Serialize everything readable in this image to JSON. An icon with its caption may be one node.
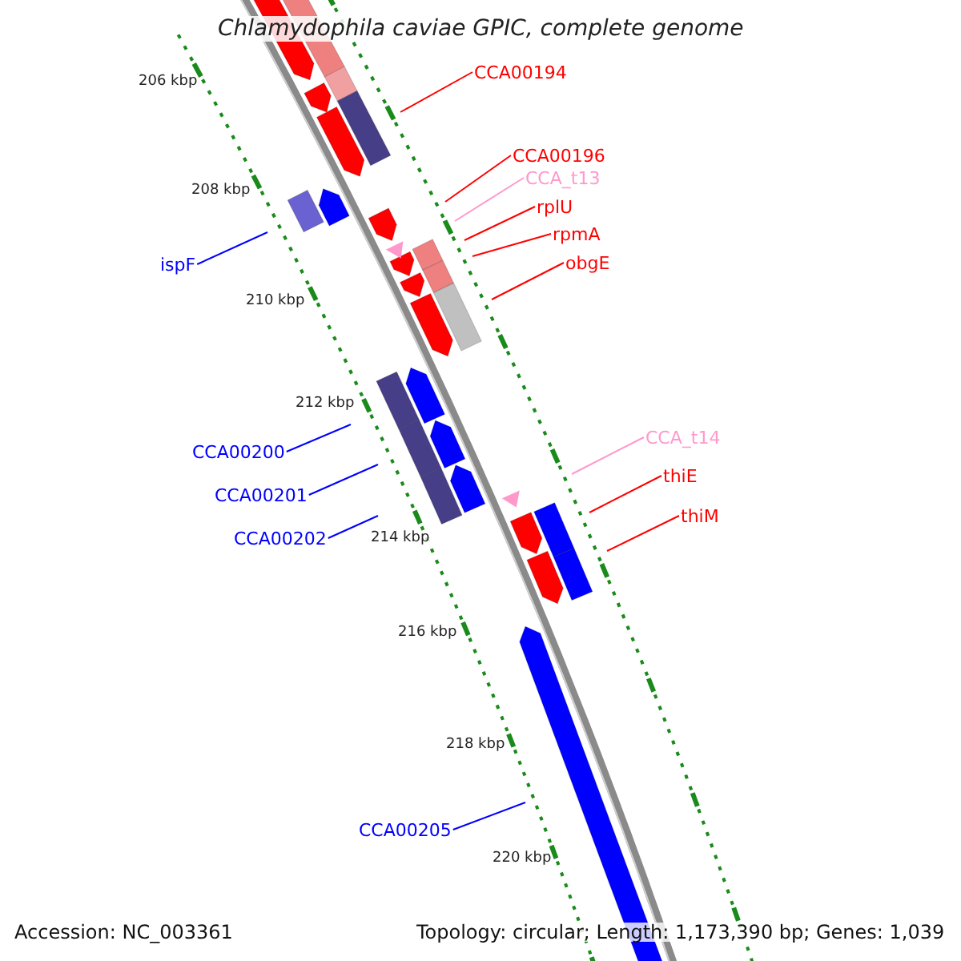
{
  "diagram": {
    "title": "Chlamydophila caviae GPIC, complete genome",
    "nodes": [
      {
        "text": [
          "CCA00194"
        ]
      },
      {
        "text": [
          "CCA00196"
        ]
      },
      {
        "text": [
          "CCA_t13"
        ]
      },
      {
        "text": [
          "rplU"
        ]
      },
      {
        "text": [
          "rpmA"
        ]
      },
      {
        "text": [
          "obgE"
        ]
      },
      {
        "text": [
          "ispF"
        ]
      },
      {
        "text": [
          "CCA00200"
        ]
      },
      {
        "text": [
          "CCA00201"
        ]
      },
      {
        "text": [
          "CCA00202"
        ]
      },
      {
        "text": [
          "CCA_t14"
        ]
      },
      {
        "text": [
          "thiE"
        ]
      },
      {
        "text": [
          "thiM"
        ]
      },
      {
        "text": [
          "CCA00205"
        ]
      }
    ],
    "edges": [
      {
        "from": 0,
        "to": null,
        "arrow": "none"
      },
      {
        "from": 1,
        "to": null,
        "arrow": "none"
      },
      {
        "from": 2,
        "to": null,
        "arrow": "none",
        "color": "#ff99cc"
      },
      {
        "from": 3,
        "to": null,
        "arrow": "none"
      },
      {
        "from": 4,
        "to": null,
        "arrow": "none"
      },
      {
        "from": 5,
        "to": null,
        "arrow": "none"
      },
      {
        "from": 6,
        "to": null,
        "arrow": "none",
        "color": "#0000ff"
      },
      {
        "from": 7,
        "to": null,
        "arrow": "none",
        "color": "#0000ff"
      },
      {
        "from": 8,
        "to": null,
        "arrow": "none",
        "color": "#0000ff"
      },
      {
        "from": 9,
        "to": null,
        "arrow": "none",
        "color": "#0000ff"
      },
      {
        "from": 10,
        "to": null,
        "arrow": "none",
        "color": "#ff99cc"
      },
      {
        "from": 11,
        "to": null,
        "arrow": "none"
      },
      {
        "from": 12,
        "to": null,
        "arrow": "none"
      },
      {
        "from": 13,
        "to": null,
        "arrow": "none",
        "color": "#0000ff"
      }
    ],
    "labels": [
      "206 kbp",
      "208 kbp",
      "210 kbp",
      "212 kbp",
      "214 kbp",
      "216 kbp",
      "218 kbp",
      "220 kbp",
      "Accession: NC_003361",
      "Topology: circular; Length: 1,173,390 bp; Genes: 1,039"
    ]
  }
}
